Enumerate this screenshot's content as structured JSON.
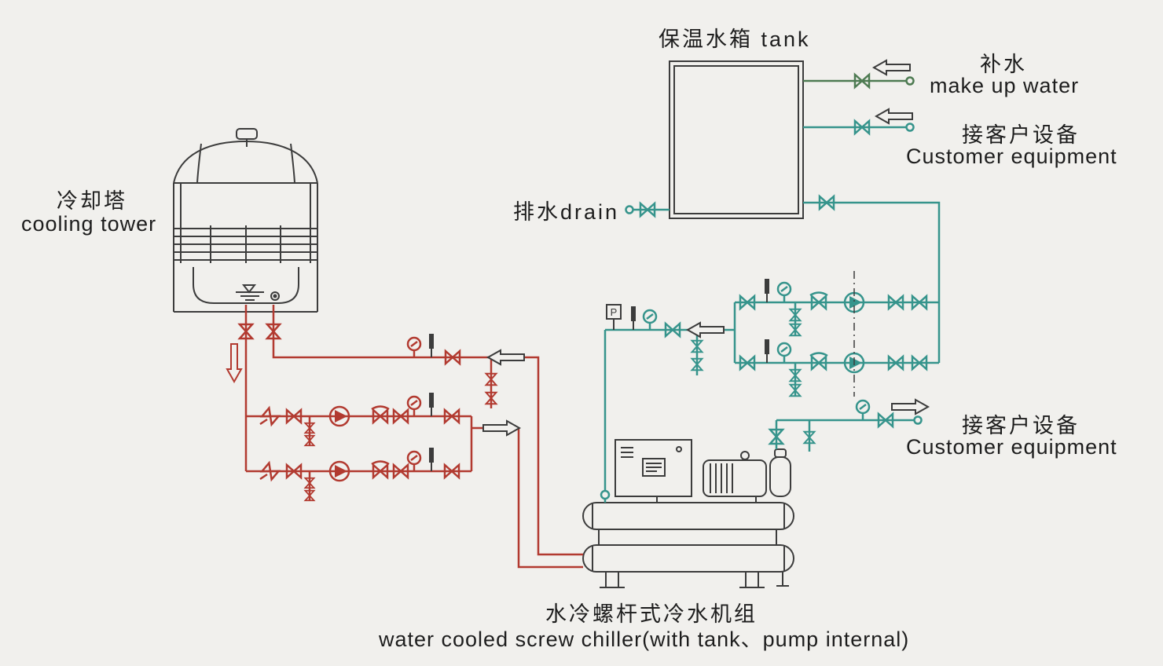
{
  "title": "Water cooled screw chiller system piping diagram",
  "colors": {
    "background": "#f1f0ed",
    "line_dark": "#3c3c3c",
    "pipe_hot_red": "#b23a30",
    "pipe_chilled_teal": "#36948c",
    "pipe_makeup_green": "#4e7b52",
    "text": "#1d1d1d"
  },
  "labels": {
    "tank": "保温水箱  tank",
    "makeup_cn": "补水",
    "makeup_en": "make up water",
    "customer_top_cn": "接客户设备",
    "customer_top_en": "Customer equipment",
    "drain": "排水drain",
    "tower_cn": "冷却塔",
    "tower_en": "cooling tower",
    "customer_bottom_cn": "接客户设备",
    "customer_bottom_en": "Customer equipment",
    "chiller_cn": "水冷螺杆式冷水机组",
    "chiller_en": "water cooled screw chiller(with tank、pump internal)"
  },
  "instruments": {
    "pressure_tag": "P"
  }
}
